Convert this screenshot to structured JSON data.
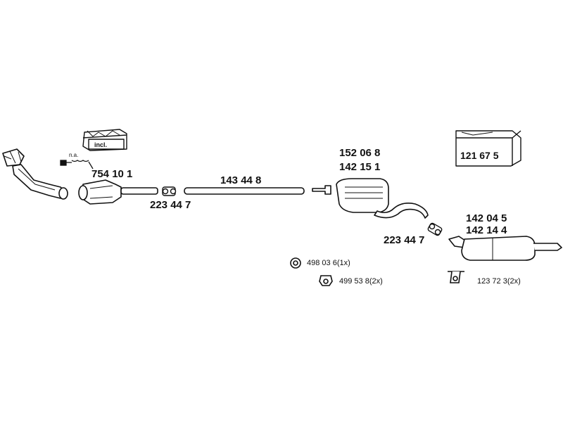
{
  "kit_box": {
    "label": "incl."
  },
  "sensor_note": "n.a.",
  "part_numbers": {
    "catalytic_converter": "754 10 1",
    "clamp_front": "223 44 7",
    "middle_pipe": "143 44 8",
    "middle_silencer_a": "152 06 8",
    "middle_silencer_b": "142 15 1",
    "clamp_rear": "223 44 7",
    "rear_silencer_a": "142 04 5",
    "rear_silencer_b": "142 14 4",
    "mounting_kit_box": "121 67 5"
  },
  "accessories": [
    {
      "number": "498 03 6",
      "qty": "(1x)"
    },
    {
      "number": "499 53 8",
      "qty": "(2x)"
    },
    {
      "number": "123 72 3",
      "qty": "(2x)"
    }
  ]
}
